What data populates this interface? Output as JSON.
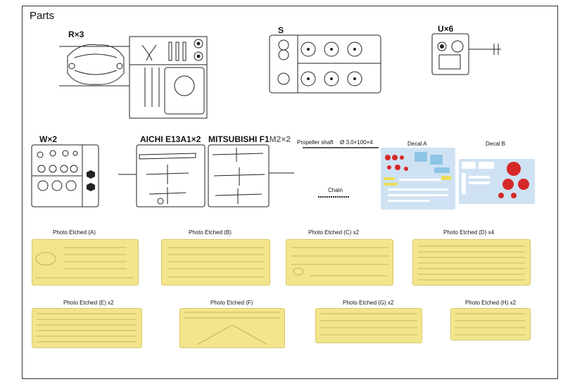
{
  "page": {
    "title": "Parts"
  },
  "sprues": {
    "r": "R×3",
    "s": "S",
    "u": "U×6",
    "w": "W×2",
    "aichi": "AICHI E13A1×2",
    "mitsu_a": "MITSUBISHI F1",
    "mitsu_b": "M2×2"
  },
  "hardware": {
    "shaft_label": "Propeller shaft",
    "shaft_spec": "Ø 3.0×100×4",
    "chain_label": "Chain"
  },
  "decals": {
    "a": "Decal A",
    "b": "Decal B"
  },
  "photo_etched": {
    "a": "Photo Etched (A)",
    "b": "Photo Etched (B)",
    "c": "Photo Etched (C)  x2",
    "d": "Photo Etched (D)  x4",
    "e": "Photo Etched (E)  x2",
    "f": "Photo Etched (F)",
    "g": "Photo Etched (G)  x2",
    "h": "Photo Etched (H)  x2"
  },
  "colors": {
    "frame": "#333333",
    "etch_fill": "#f3e58c",
    "decal_bg": "#cfe2f3",
    "flag_red": "#d62828"
  }
}
